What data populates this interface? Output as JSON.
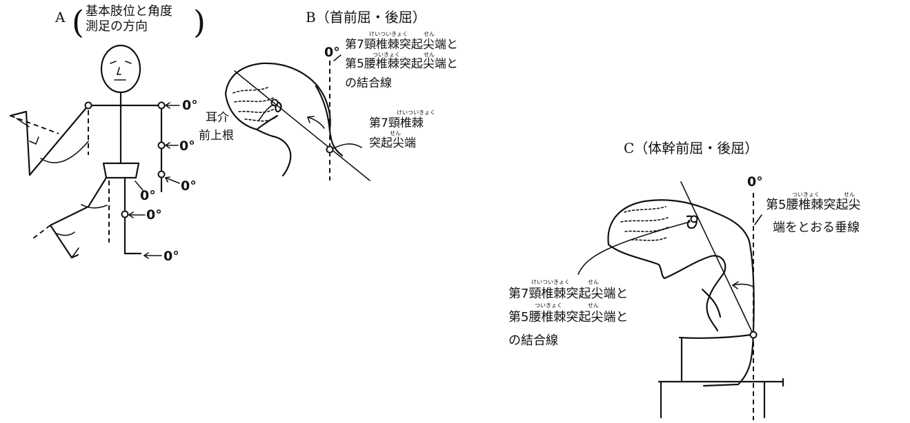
{
  "panel_a": {
    "letter": "A",
    "title_line1": "基本肢位と角度",
    "title_line2": "測足の方向",
    "zero_labels": [
      "0°",
      "0°",
      "0°",
      "0°",
      "0°",
      "0°"
    ]
  },
  "panel_b": {
    "title": "B（首前屈・後屈）",
    "zero_label": "0°",
    "line_label": [
      "第7頸椎棘突起尖端と",
      "第5腰椎棘突起尖端と",
      "の結合線"
    ],
    "ear_label": [
      "耳介",
      "前上根"
    ],
    "point_label": [
      "第7頸椎棘",
      "突起尖端"
    ],
    "ruby_keitsuikyoku": "けいついきょく",
    "ruby_tsuikyoku": "ついきょく",
    "ruby_sen": "せん"
  },
  "panel_c": {
    "title": "C（体幹前屈・後屈）",
    "zero_label": "0°",
    "vertical_label": [
      "第5腰椎棘突起尖",
      "端をとおる垂線"
    ],
    "line_label": [
      "第7頸椎棘突起尖端と",
      "第5腰椎棘突起尖端と",
      "の結合線"
    ],
    "ruby_keitsuikyoku": "けいついきょく",
    "ruby_tsuikyoku": "ついきょく",
    "ruby_sen": "せん"
  }
}
